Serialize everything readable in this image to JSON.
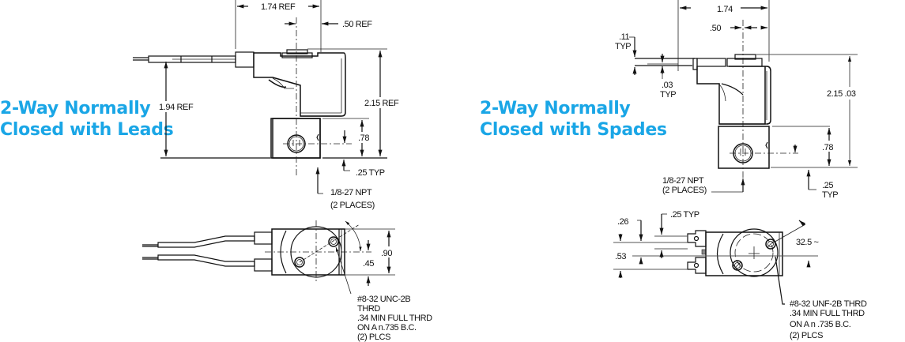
{
  "accent_color": "#1aa6e6",
  "views": [
    {
      "id": "leads",
      "title_lines": [
        "2-Way Normally",
        "Closed with Leads"
      ],
      "side_view": {
        "overall_width": "1.74 REF",
        "offset_width": ".50 REF",
        "lead_height": "1.94 REF",
        "overall_height": "2.15 REF",
        "port_height": ".78",
        "base_offset": ".25 TYP",
        "port_spec_lines": [
          "1/8-27 NPT",
          "(2 PLACES)"
        ]
      },
      "top_view": {
        "width": ".90",
        "half_width": ".45",
        "thread_spec_lines": [
          "#8-32 UNC-2B",
          "THRD",
          ".34 MIN FULL THRD",
          "ON A  n.735 B.C.",
          "(2) PLCS"
        ]
      }
    },
    {
      "id": "spades",
      "title_lines": [
        "2-Way Normally",
        "Closed with Spades"
      ],
      "side_view": {
        "overall_width": "1.74",
        "offset_width": ".50",
        "spade_width": ".11",
        "spade_width_suffix": "TYP",
        "spade_thickness": ".03",
        "spade_thickness_suffix": "TYP",
        "overall_height": "2.15   .03",
        "port_height": ".78",
        "base_offset": ".25",
        "base_offset_suffix": "TYP",
        "port_spec_lines": [
          "1/8-27 NPT",
          "(2 PLACES)"
        ]
      },
      "top_view": {
        "spade_offset": ".26",
        "spade_gap": ".25 TYP",
        "spade_spacing": ".53",
        "angle": "32.5 ~",
        "thread_spec_lines": [
          "#8-32 UNF-2B THRD",
          ".34 MIN FULL THRD",
          "ON A    n .735 B.C.",
          "(2) PLCS"
        ]
      }
    }
  ]
}
